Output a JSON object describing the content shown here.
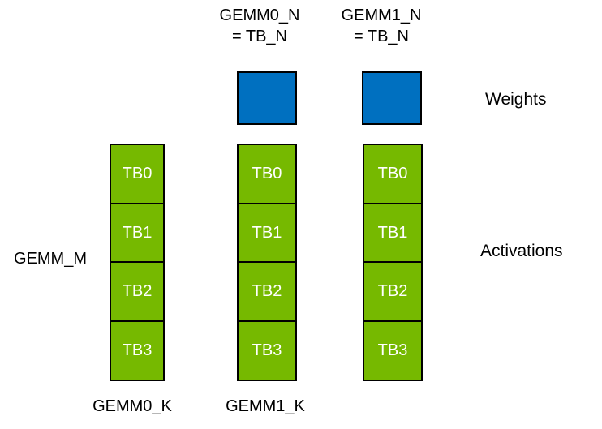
{
  "diagram": {
    "top_labels": [
      {
        "line1": "GEMM0_N",
        "line2": "= TB_N"
      },
      {
        "line1": "GEMM1_N",
        "line2": "= TB_N"
      }
    ],
    "side_labels": {
      "weights": "Weights",
      "activations": "Activations"
    },
    "left_label": "GEMM_M",
    "bottom_labels": [
      "GEMM0_K",
      "GEMM1_K"
    ],
    "columns": [
      {
        "id": "column-gemm-m",
        "cells": [
          "TB0",
          "TB1",
          "TB2",
          "TB3"
        ]
      },
      {
        "id": "column-gemm0",
        "cells": [
          "TB0",
          "TB1",
          "TB2",
          "TB3"
        ]
      },
      {
        "id": "column-gemm1",
        "cells": [
          "TB0",
          "TB1",
          "TB2",
          "TB3"
        ]
      }
    ],
    "colors": {
      "weights_fill": "#0070C0",
      "activations_fill": "#76B900",
      "outline": "#000000",
      "cell_text": "#ffffff",
      "label_text": "#000000",
      "background": "#ffffff"
    }
  }
}
